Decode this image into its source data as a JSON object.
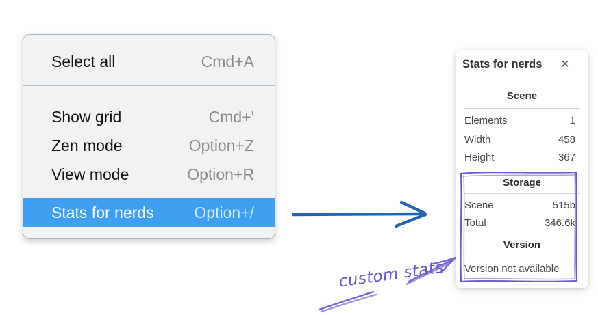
{
  "context_menu": {
    "items": [
      {
        "label": "Select all",
        "shortcut": "Cmd+A",
        "selected": false
      },
      {
        "label": "Show grid",
        "shortcut": "Cmd+'",
        "selected": false
      },
      {
        "label": "Zen mode",
        "shortcut": "Option+Z",
        "selected": false
      },
      {
        "label": "View mode",
        "shortcut": "Option+R",
        "selected": false
      },
      {
        "label": "Stats for nerds",
        "shortcut": "Option+/",
        "selected": true
      }
    ]
  },
  "stats_panel": {
    "title": "Stats for nerds",
    "close_icon": "✕",
    "scene_section": {
      "heading": "Scene",
      "rows": [
        {
          "label": "Elements",
          "value": "1"
        },
        {
          "label": "Width",
          "value": "458"
        },
        {
          "label": "Height",
          "value": "367"
        }
      ]
    },
    "storage_section": {
      "heading": "Storage",
      "rows": [
        {
          "label": "Scene",
          "value": "515b"
        },
        {
          "label": "Total",
          "value": "346.6k"
        }
      ]
    },
    "version_section": {
      "heading": "Version",
      "note": "Version not available"
    }
  },
  "annotation": {
    "label": "custom stats"
  },
  "colors": {
    "menu_highlight": "#3e9ff3",
    "menu_background": "#f1f2f4",
    "arrow_blue": "#2166b2",
    "annotation_purple": "#7158d0"
  }
}
